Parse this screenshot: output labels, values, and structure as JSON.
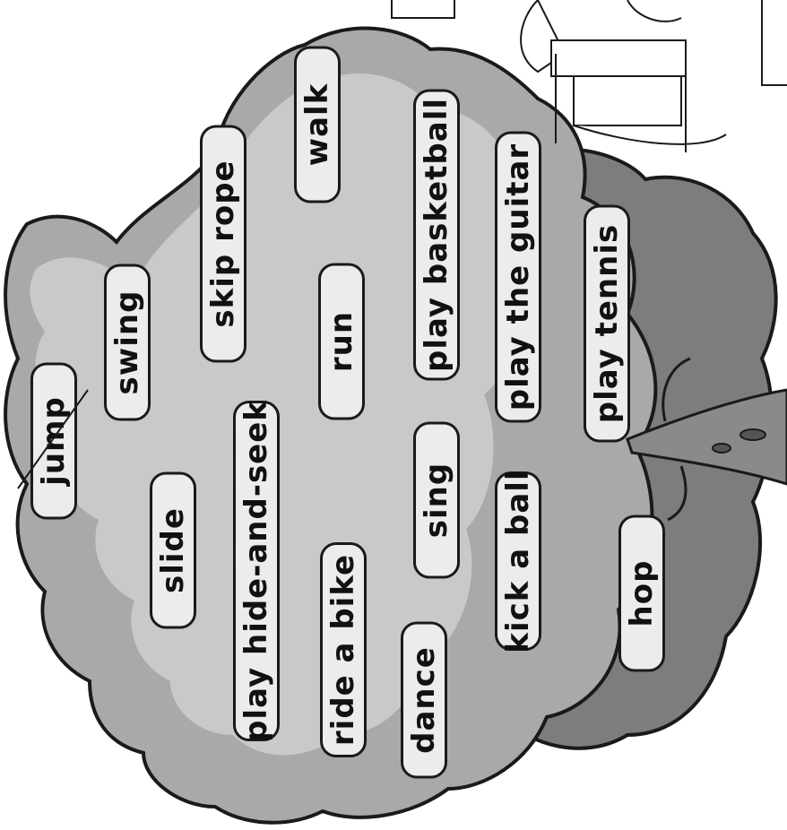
{
  "words": {
    "jump": "jump",
    "swing": "swing",
    "skip_rope": "skip rope",
    "walk": "walk",
    "slide": "slide",
    "play_hide_and_seek": "play hide-and-seek",
    "run": "run",
    "ride_a_bike": "ride a bike",
    "play_basketball": "play basketball",
    "sing": "sing",
    "dance": "dance",
    "play_the_guitar": "play the guitar",
    "kick_a_ball": "kick a ball",
    "play_tennis": "play tennis",
    "hop": "hop"
  },
  "crossed_out": [
    "jump"
  ],
  "colors": {
    "tree_light": "#c9c9c9",
    "tree_mid": "#a9a9a9",
    "tree_dark": "#7d7d7d",
    "outline": "#1a1a1a",
    "pill_fill": "#ececec"
  },
  "icons": [
    "tree-canopy",
    "tree-trunk",
    "cartoon-figure-on-bench"
  ]
}
